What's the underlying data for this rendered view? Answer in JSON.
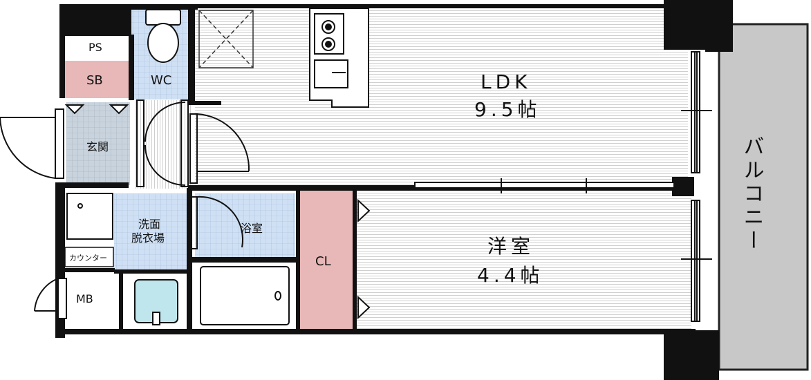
{
  "rooms": {
    "ldk_name": "LDK",
    "ldk_size": "9.5帖",
    "western_name": "洋室",
    "western_size": "4.4帖",
    "balcony": "バルコニー",
    "ps": "PS",
    "sb": "SB",
    "wc": "WC",
    "entrance": "玄関",
    "washroom_line1": "洗面",
    "washroom_line2": "脱衣場",
    "bath": "浴室",
    "cl": "CL",
    "counter": "カウンター",
    "mb": "MB"
  },
  "colors": {
    "wall": "#111111",
    "pink": "#e8b7b7",
    "tile_blue": "#cfe0f4",
    "grey_tile": "#c9d3dd",
    "balcony": "#c8c8c8",
    "tub": "#bfe6ec"
  }
}
